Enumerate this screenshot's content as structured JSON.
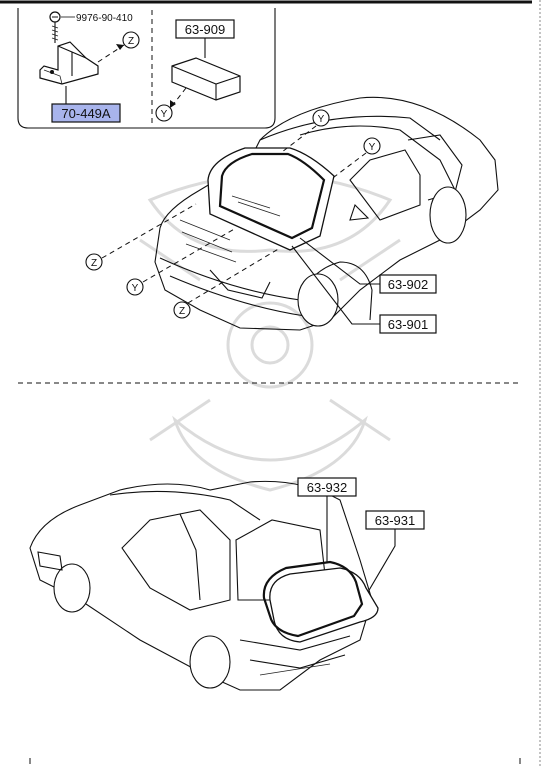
{
  "part_numbers": {
    "screw": "9976-90-410",
    "bracket": "70-449A",
    "spacer": "63-909",
    "windshield_molding": "63-902",
    "windshield_glass": "63-901",
    "rear_molding": "63-932",
    "rear_glass": "63-931"
  },
  "markers": {
    "z": "Z",
    "y": "Y"
  },
  "colors": {
    "highlight": "#a8b4ec",
    "ink": "#111111",
    "watermark": "#d8d8d8"
  }
}
